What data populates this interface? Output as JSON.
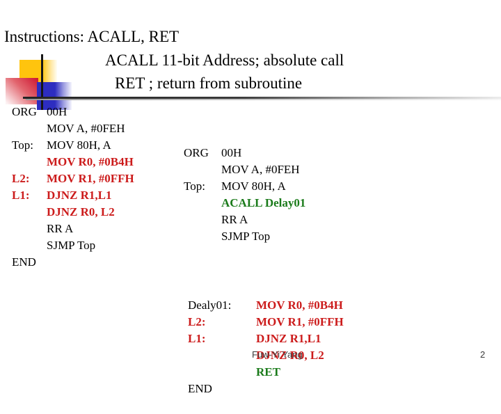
{
  "palette": {
    "red": "#cc1c1c",
    "green": "#1b7b1b",
    "black": "#000000",
    "yellow_square": "#ffc40e",
    "blue_square": "#2d2dc0",
    "red_square": "#cd1430",
    "footer_text": "#3c3c3c"
  },
  "title": {
    "lines": [
      "Instructions: ACALL, RET",
      "ACALL 11-bit Address; absolute call",
      "RET ; return from subroutine"
    ]
  },
  "code_left": {
    "lines": [
      {
        "label": "ORG",
        "label_color": "black",
        "label_bold": false,
        "text": "00H",
        "color": "black",
        "bold": false
      },
      {
        "label": "",
        "label_color": "black",
        "label_bold": false,
        "text": "MOV A, #0FEH",
        "color": "black",
        "bold": false
      },
      {
        "label": "Top:",
        "label_color": "black",
        "label_bold": false,
        "text": "MOV 80H, A",
        "color": "black",
        "bold": false
      },
      {
        "label": "",
        "label_color": "black",
        "label_bold": false,
        "text": "MOV R0, #0B4H",
        "color": "red",
        "bold": true
      },
      {
        "label": "L2:",
        "label_color": "red",
        "label_bold": true,
        "text": "MOV R1, #0FFH",
        "color": "red",
        "bold": true
      },
      {
        "label": "L1:",
        "label_color": "red",
        "label_bold": true,
        "text": "DJNZ R1,L1",
        "color": "red",
        "bold": true
      },
      {
        "label": "",
        "label_color": "black",
        "label_bold": false,
        "text": "DJNZ R0, L2",
        "color": "red",
        "bold": true
      },
      {
        "label": "",
        "label_color": "black",
        "label_bold": false,
        "text": "RR A",
        "color": "black",
        "bold": false
      },
      {
        "label": "",
        "label_color": "black",
        "label_bold": false,
        "text": "SJMP Top",
        "color": "black",
        "bold": false
      },
      {
        "label": "END",
        "label_color": "black",
        "label_bold": false,
        "text": "",
        "color": "black",
        "bold": false
      }
    ]
  },
  "code_right_top": {
    "lines": [
      {
        "label": "ORG",
        "label_color": "black",
        "label_bold": false,
        "text": "00H",
        "color": "black",
        "bold": false
      },
      {
        "label": "",
        "label_color": "black",
        "label_bold": false,
        "text": "MOV A, #0FEH",
        "color": "black",
        "bold": false
      },
      {
        "label": "Top:",
        "label_color": "black",
        "label_bold": false,
        "text": "MOV 80H, A",
        "color": "black",
        "bold": false
      },
      {
        "label": "",
        "label_color": "black",
        "label_bold": false,
        "text": "ACALL Delay01",
        "color": "green",
        "bold": true
      },
      {
        "label": "",
        "label_color": "black",
        "label_bold": false,
        "text": "RR A",
        "color": "black",
        "bold": false
      },
      {
        "label": "",
        "label_color": "black",
        "label_bold": false,
        "text": "SJMP Top",
        "color": "black",
        "bold": false
      }
    ]
  },
  "code_right_bottom": {
    "lines": [
      {
        "label": "Dealy01:",
        "label_color": "black",
        "label_bold": false,
        "text": "MOV R0, #0B4H",
        "color": "red",
        "bold": true
      },
      {
        "label": "L2:",
        "label_color": "red",
        "label_bold": true,
        "text": "MOV R1, #0FFH",
        "color": "red",
        "bold": true
      },
      {
        "label": "L1:",
        "label_color": "red",
        "label_bold": true,
        "text": "DJNZ R1,L1",
        "color": "red",
        "bold": true
      },
      {
        "label": "",
        "label_color": "black",
        "label_bold": false,
        "text": "DJNZ R0, L2",
        "color": "red",
        "bold": true
      },
      {
        "label": "",
        "label_color": "black",
        "label_bold": false,
        "text": "RET",
        "color": "green",
        "bold": true
      },
      {
        "label": "END",
        "label_color": "black",
        "label_bold": false,
        "text": "",
        "color": "black",
        "bold": false
      }
    ]
  },
  "footer": {
    "author": "Fuw-Yi Yang",
    "page_number": "2"
  }
}
